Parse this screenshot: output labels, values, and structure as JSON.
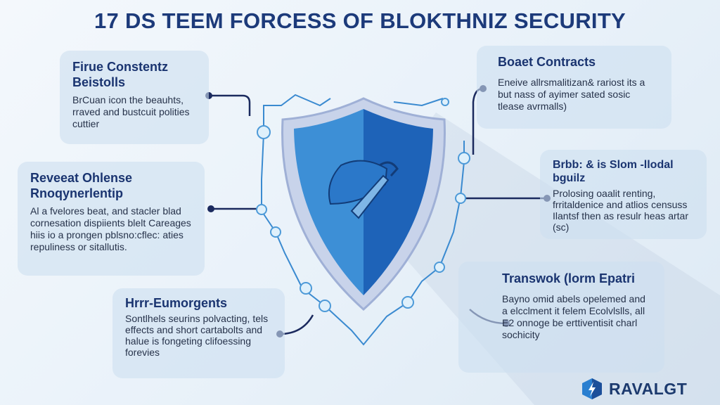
{
  "title": "17 DS TEEM FORCESS OF BLOKTHNIZ SECURITY",
  "cards": [
    {
      "title": "Firue Constentz Beistolls",
      "body": "BrCuan icon the beauhts, rraved and bustcuit polities cuttier"
    },
    {
      "title": "Reveeat Ohlense Rnoqynerlentip",
      "body": "Al a fvelores beat, and stacler blad cornesation dispiients blelt Careages hiis io a prongen pblsno:cflec: aties repuliness or sitallutis."
    },
    {
      "title": "Hrrr-Eumorgents",
      "body": "Sontlhels seurins polvacting, tels effects and short cartabolts and halue is fongeting clifoessing forevies"
    },
    {
      "title": "Boaet Contracts",
      "body": "Eneive allrsmalitizan& rariost its a but nass of ayimer sated sosic tlease avrmalls)"
    },
    {
      "title": "Brbb: & is Slom -llodal bguilz",
      "body": "Prolosing oaalit renting, frritaldenice and atlios censuss Ilantsf then as resulr heas artar (sc)"
    },
    {
      "title": "Transwok (lorm Epatri",
      "body": "Bayno omid abels opelemed and a elcclment it felem Ecolvlslls, all E2 onnoge be erttiventisit charl sochicity"
    }
  ],
  "logo": {
    "name": "RAVALGT",
    "icon": "shield-bolt-icon"
  },
  "colors": {
    "title": "#1c3a7a",
    "shield_left": "#3d8fd6",
    "shield_right": "#1e63b8",
    "line": "#1b2a5e"
  }
}
